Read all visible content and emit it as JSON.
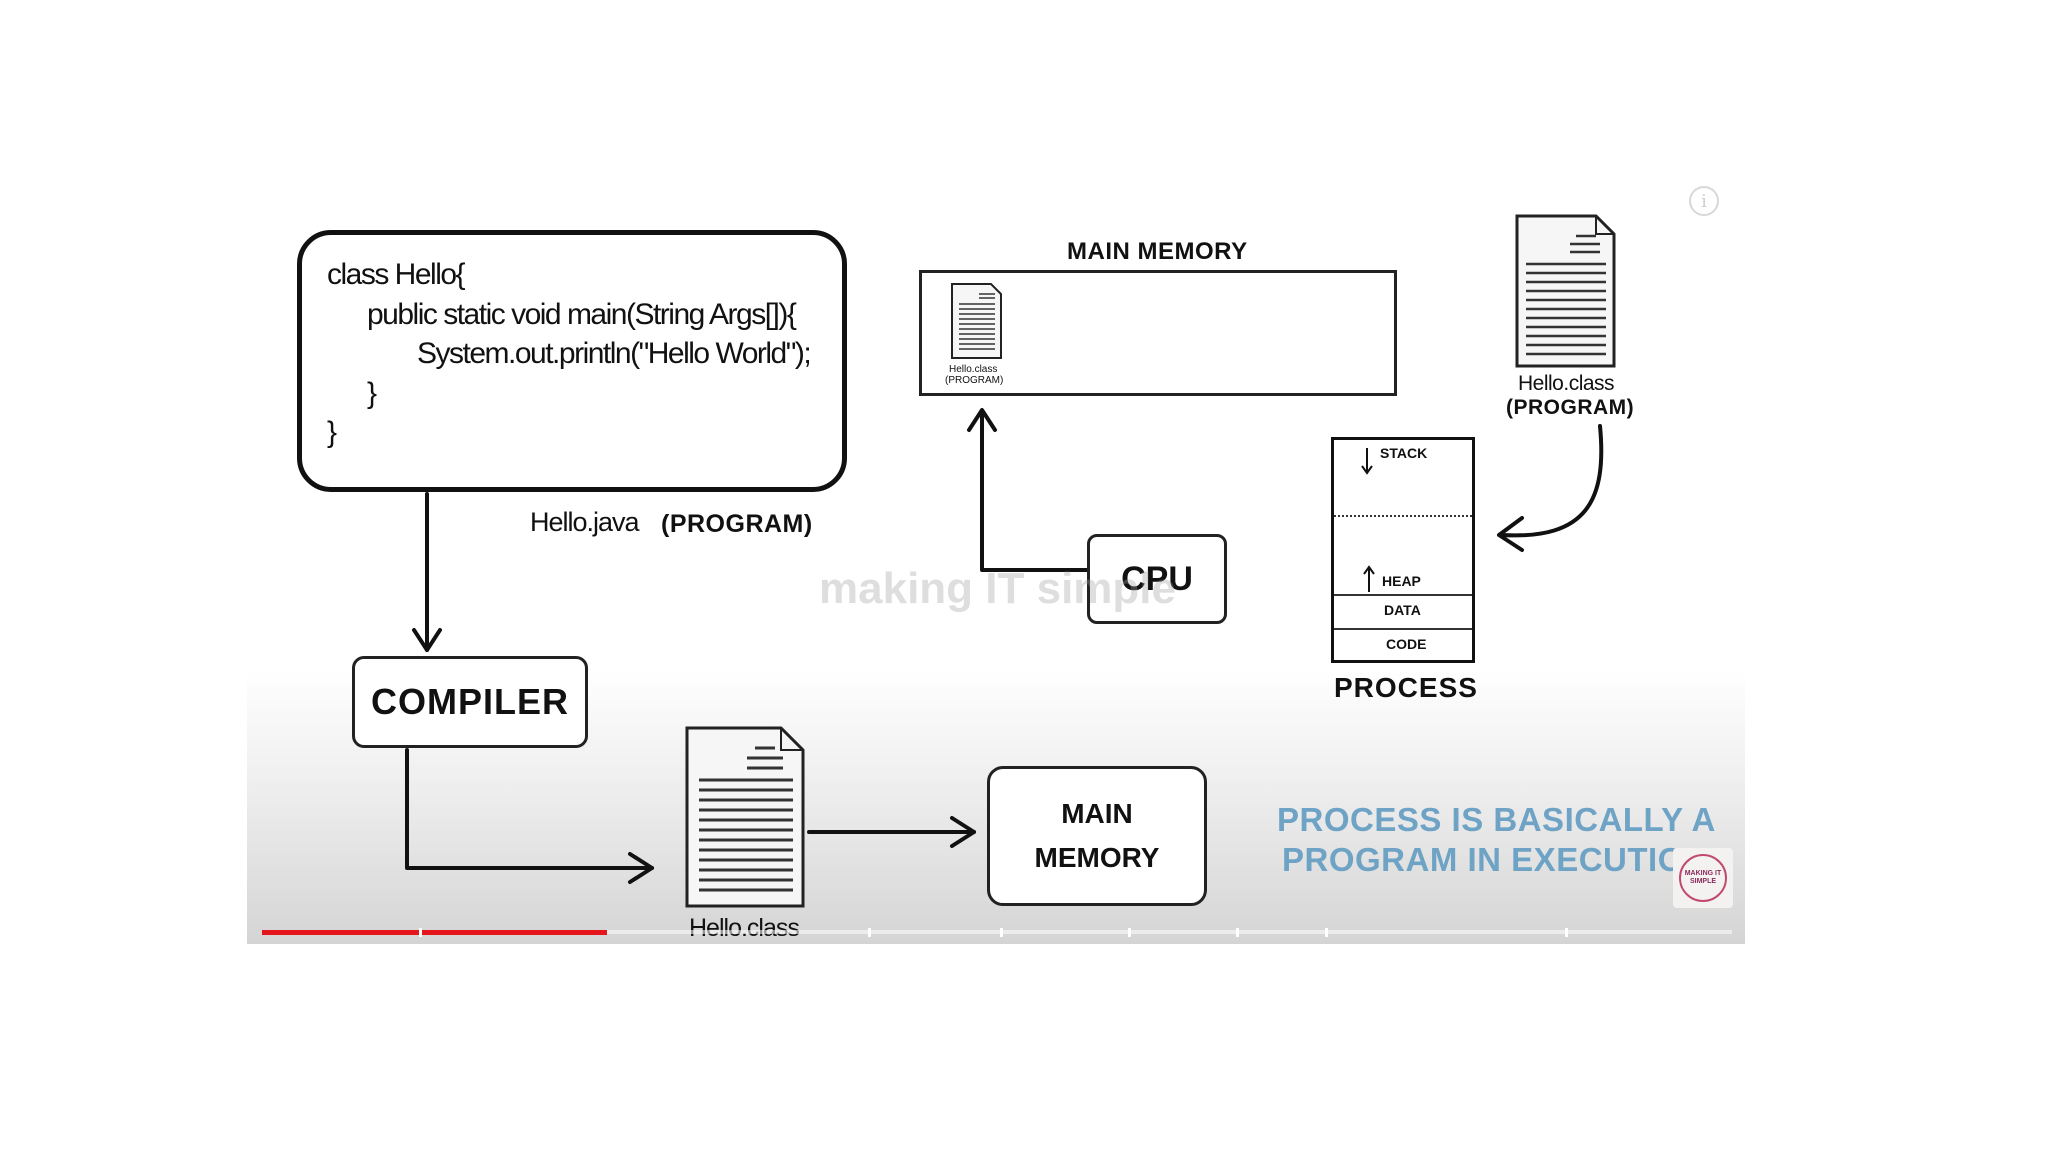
{
  "code": {
    "lines": [
      "class Hello{",
      "public static void main(String Args[]){",
      "System.out.println(\"Hello World\");",
      "}",
      "}"
    ],
    "file_name": "Hello.java",
    "file_tag": "(PROGRAM)"
  },
  "compiler": {
    "label": "COMPILER"
  },
  "output_file": {
    "label": "Hello.class"
  },
  "main_memory_box": {
    "line1": "MAIN",
    "line2": "MEMORY"
  },
  "main_memory_panel": {
    "title": "MAIN MEMORY",
    "doc_name": "Hello.class",
    "doc_tag": "(PROGRAM)"
  },
  "cpu": {
    "label": "CPU"
  },
  "program_file": {
    "name": "Hello.class",
    "tag": "(PROGRAM)"
  },
  "process": {
    "title": "PROCESS",
    "stack": "STACK",
    "heap": "HEAP",
    "data": "DATA",
    "code": "CODE"
  },
  "tagline": {
    "line1": "PROCESS IS BASICALLY A",
    "line2": "PROGRAM IN EXECUTION"
  },
  "watermark": "making IT simple",
  "logo": {
    "text": "MAKING IT SIMPLE"
  },
  "player": {
    "progress_fraction": 0.235,
    "accent": "#e5161b"
  },
  "icons": {
    "info": "info-icon"
  }
}
